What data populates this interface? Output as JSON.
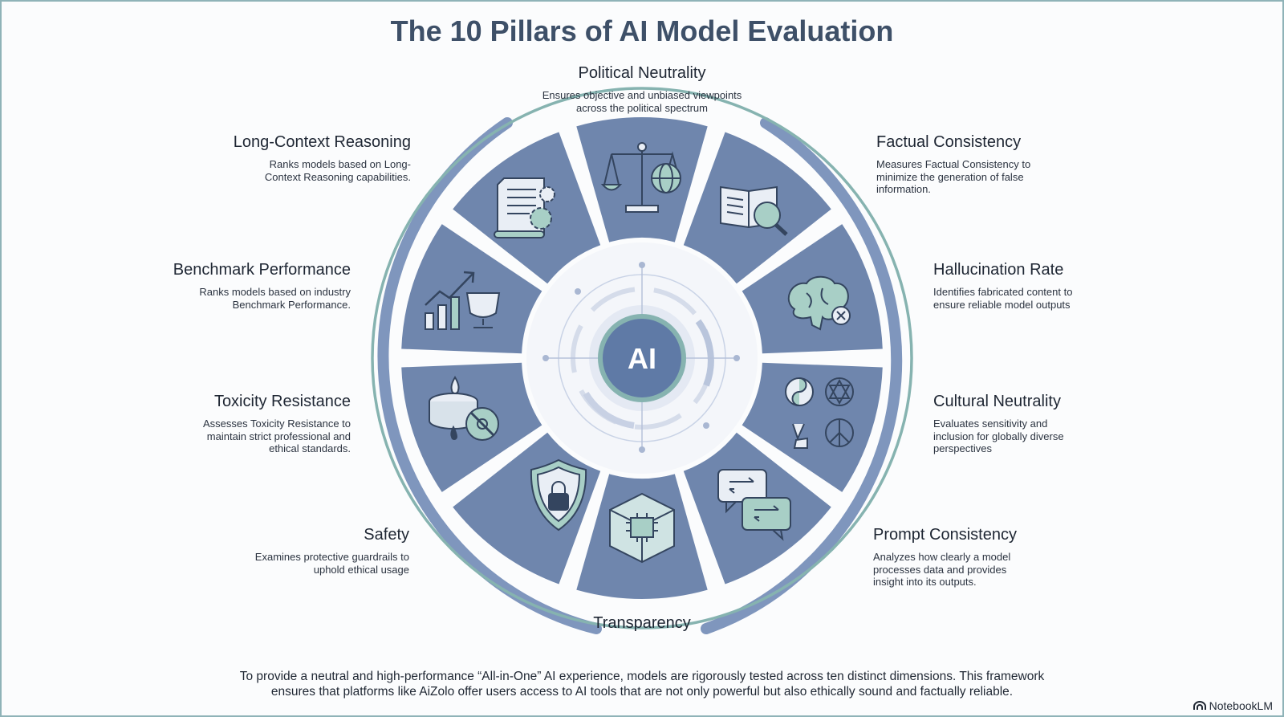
{
  "title": "The 10 Pillars of AI Model Evaluation",
  "center_label": "AI",
  "pillars": [
    {
      "name": "Political Neutrality",
      "desc": "Ensures objective and unbiased viewpoints across the political spectrum",
      "icon": "scales-globe-icon"
    },
    {
      "name": "Factual Consistency",
      "desc": "Measures Factual Consistency to minimize the generation of false information.",
      "icon": "book-magnifier-icon"
    },
    {
      "name": "Hallucination Rate",
      "desc": "Identifies fabricated content to ensure reliable model outputs",
      "icon": "brain-x-icon"
    },
    {
      "name": "Cultural Neutrality",
      "desc": "Evaluates sensitivity and inclusion for globally diverse perspectives",
      "icon": "cultural-symbols-icon"
    },
    {
      "name": "Prompt Consistency",
      "desc": "Analyzes how clearly a model processes data and provides insight into its outputs.",
      "icon": "chat-bubbles-icon"
    },
    {
      "name": "Transparency",
      "desc": "",
      "icon": "glass-chip-cube-icon"
    },
    {
      "name": "Safety",
      "desc": "Examines protective guardrails to uphold ethical usage",
      "icon": "shield-lock-icon"
    },
    {
      "name": "Toxicity Resistance",
      "desc": "Assesses Toxicity Resistance to maintain strict professional and ethical standards.",
      "icon": "biohazard-filter-icon"
    },
    {
      "name": "Benchmark Performance",
      "desc": "Ranks models based on industry Benchmark Performance.",
      "icon": "chart-trophy-icon"
    },
    {
      "name": "Long-Context Reasoning",
      "desc": "Ranks models based on Long-Context Reasoning capabilities.",
      "icon": "scroll-gears-icon"
    }
  ],
  "footer": "To provide a neutral and high-performance “All-in-One” AI experience, models are rigorously tested across ten distinct dimensions. This framework ensures that platforms like AiZolo offer users access to AI tools that are not only powerful but also ethically sound and factually reliable.",
  "brand": "NotebookLM",
  "colors": {
    "segment": "#6f86ad",
    "arc_outer": "#7f96bd",
    "arc_inner": "#86b3b0",
    "title": "#3e5068",
    "hub": "#5f7aa6",
    "hub_ring": "#86b3b0"
  }
}
